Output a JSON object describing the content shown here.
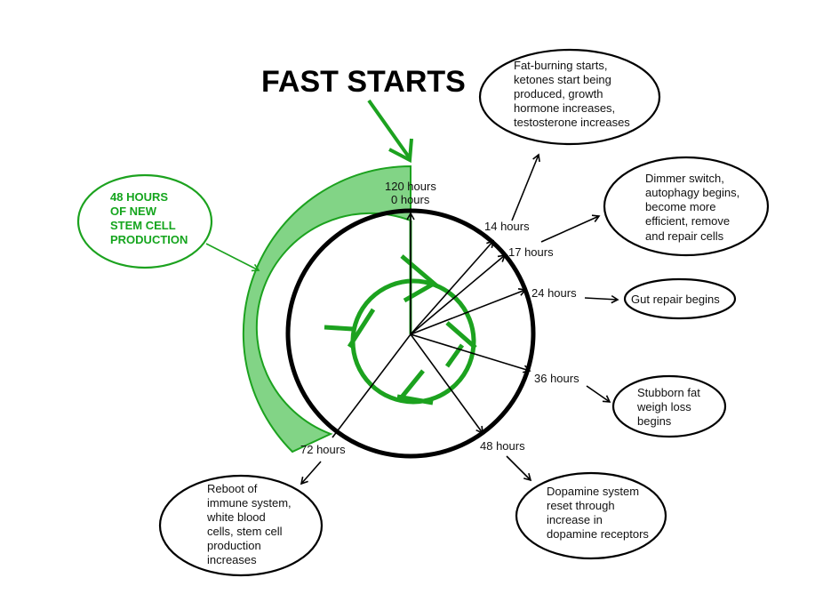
{
  "title": "FAST STARTS",
  "hours": {
    "h120": "120 hours",
    "h0": "0 hours",
    "h14": "14 hours",
    "h17": "17 hours",
    "h24": "24 hours",
    "h36": "36 hours",
    "h48": "48 hours",
    "h72": "72 hours"
  },
  "stem_cell_note": [
    "48 HOURS",
    "OF NEW",
    "STEM CELL",
    "PRODUCTION"
  ],
  "notes": {
    "n14": [
      "Fat-burning starts,",
      "ketones start being",
      "produced, growth",
      "hormone increases,",
      "testosterone increases"
    ],
    "n17": [
      "Dimmer switch,",
      "autophagy begins,",
      "become more",
      "efficient, remove",
      "and repair cells"
    ],
    "n24": [
      "Gut repair begins"
    ],
    "n36": [
      "Stubborn fat",
      "weigh loss",
      "begins"
    ],
    "n48": [
      "Dopamine system",
      "reset through",
      "increase in",
      "dopamine receptors"
    ],
    "n72": [
      "Reboot of",
      "immune system,",
      "white blood",
      "cells, stem cell",
      "production",
      "increases"
    ]
  },
  "colors": {
    "green": "#1ca21f",
    "green_fill": "#82d486",
    "green_text": "#15a51e",
    "black": "#000000"
  }
}
